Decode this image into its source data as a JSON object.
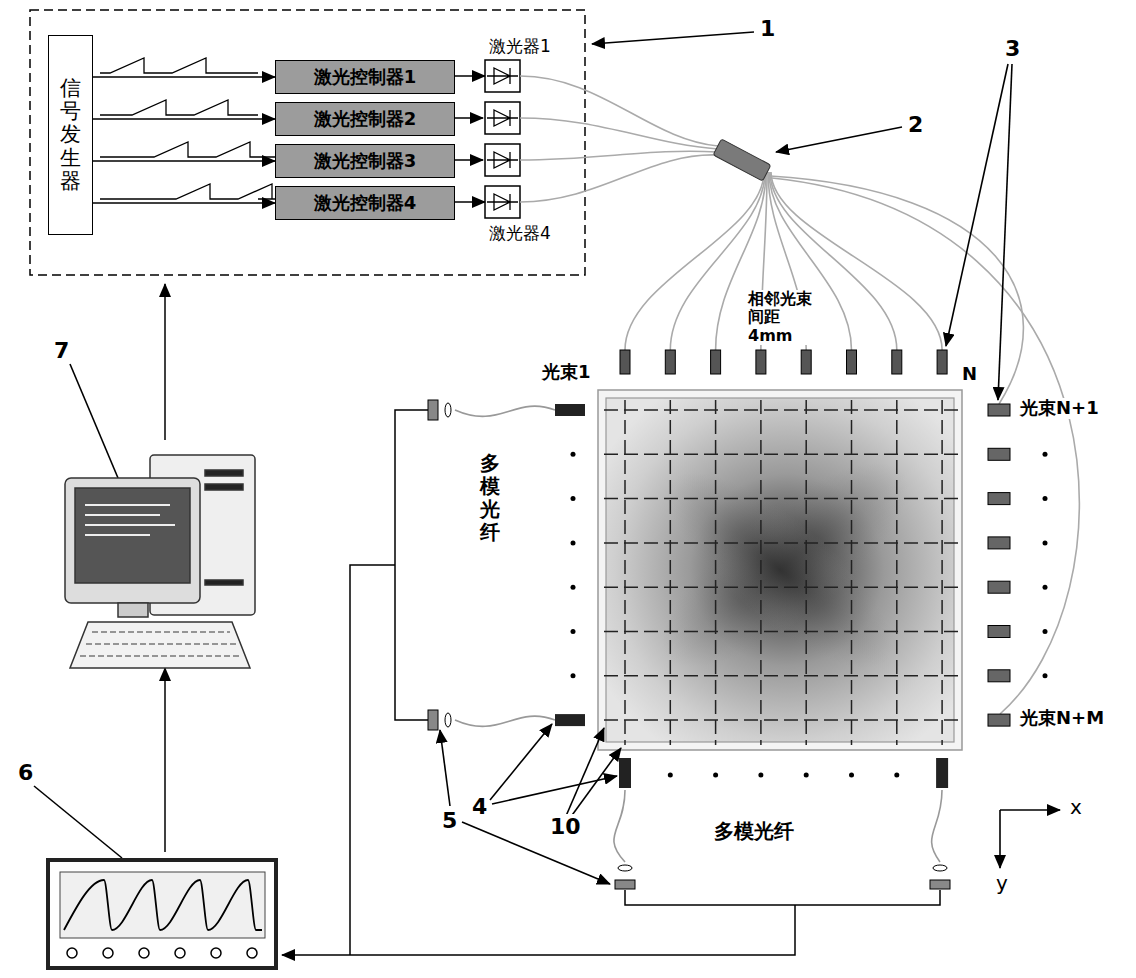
{
  "diagram": {
    "nodes": [
      {
        "text": [
          "信号发生器"
        ]
      },
      {
        "text": [
          "激光控制器1"
        ]
      },
      {
        "text": [
          "激光控制器2"
        ]
      },
      {
        "text": [
          "激光控制器3"
        ]
      },
      {
        "text": [
          "激光控制器4"
        ]
      },
      {
        "text": [
          "激光器1"
        ]
      },
      {
        "text": [
          "激光器4"
        ]
      }
    ],
    "edges": [
      {
        "from": 0,
        "to": 1,
        "arrow": "to"
      },
      {
        "from": 0,
        "to": 2,
        "arrow": "to"
      },
      {
        "from": 0,
        "to": 3,
        "arrow": "to"
      },
      {
        "from": 0,
        "to": 4,
        "arrow": "to"
      },
      {
        "from": 1,
        "to": 5,
        "arrow": "to"
      },
      {
        "from": 4,
        "to": 6,
        "arrow": "to"
      }
    ],
    "labels": [
      "1",
      "2",
      "3",
      "相邻光束 间距4mm",
      "光束1",
      "N",
      "光束N+1",
      "光束N+M",
      "多模光纤",
      "多模光纤",
      "4",
      "10",
      "5",
      "6",
      "7",
      "x",
      "y"
    ]
  }
}
